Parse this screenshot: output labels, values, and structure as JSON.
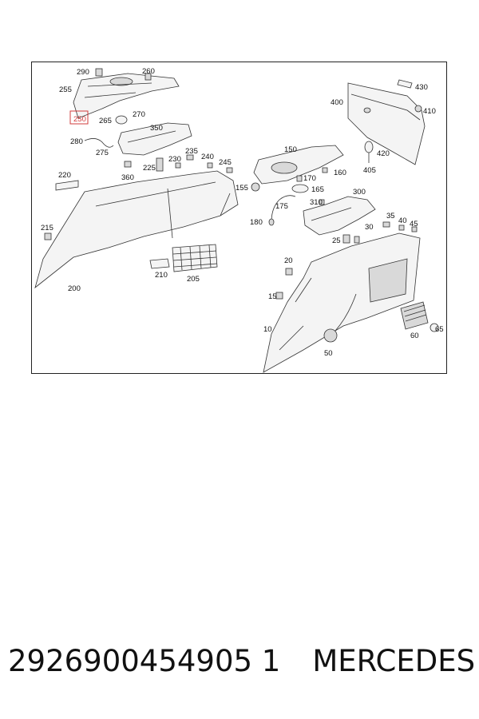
{
  "callouts": [
    {
      "id": "c290",
      "label": "290"
    },
    {
      "id": "c260",
      "label": "260"
    },
    {
      "id": "c255",
      "label": "255"
    },
    {
      "id": "c250",
      "label": "250",
      "highlight": true
    },
    {
      "id": "c265",
      "label": "265"
    },
    {
      "id": "c270",
      "label": "270"
    },
    {
      "id": "c350",
      "label": "350"
    },
    {
      "id": "c280",
      "label": "280"
    },
    {
      "id": "c275",
      "label": "275"
    },
    {
      "id": "c360",
      "label": "360"
    },
    {
      "id": "c225",
      "label": "225"
    },
    {
      "id": "c230",
      "label": "230"
    },
    {
      "id": "c235",
      "label": "235"
    },
    {
      "id": "c240",
      "label": "240"
    },
    {
      "id": "c245",
      "label": "245"
    },
    {
      "id": "c220",
      "label": "220"
    },
    {
      "id": "c215",
      "label": "215"
    },
    {
      "id": "c200",
      "label": "200"
    },
    {
      "id": "c210",
      "label": "210"
    },
    {
      "id": "c205",
      "label": "205"
    },
    {
      "id": "c430",
      "label": "430"
    },
    {
      "id": "c400",
      "label": "400"
    },
    {
      "id": "c410",
      "label": "410"
    },
    {
      "id": "c420",
      "label": "420"
    },
    {
      "id": "c405",
      "label": "405"
    },
    {
      "id": "c150",
      "label": "150"
    },
    {
      "id": "c170",
      "label": "170"
    },
    {
      "id": "c160",
      "label": "160"
    },
    {
      "id": "c155",
      "label": "155"
    },
    {
      "id": "c165",
      "label": "165"
    },
    {
      "id": "c300",
      "label": "300"
    },
    {
      "id": "c310",
      "label": "310"
    },
    {
      "id": "c175",
      "label": "175"
    },
    {
      "id": "c180",
      "label": "180"
    },
    {
      "id": "c35",
      "label": "35"
    },
    {
      "id": "c40",
      "label": "40"
    },
    {
      "id": "c45",
      "label": "45"
    },
    {
      "id": "c25",
      "label": "25"
    },
    {
      "id": "c30",
      "label": "30"
    },
    {
      "id": "c20",
      "label": "20"
    },
    {
      "id": "c15",
      "label": "15"
    },
    {
      "id": "c10",
      "label": "10"
    },
    {
      "id": "c50",
      "label": "50"
    },
    {
      "id": "c60",
      "label": "60"
    },
    {
      "id": "c65",
      "label": "65"
    }
  ],
  "footer": {
    "part_number": "2926900454905 1",
    "brand": "MERCEDES"
  },
  "colors": {
    "highlight": "#d23c3c",
    "line": "#333333",
    "text": "#111111"
  }
}
